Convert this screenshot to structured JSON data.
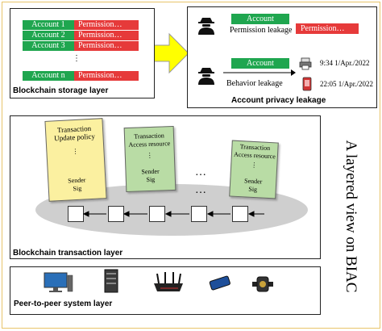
{
  "storage": {
    "accounts": [
      {
        "name": "Account 1",
        "perm": "Permission…"
      },
      {
        "name": "Account 2",
        "perm": "Permission…"
      },
      {
        "name": "Account 3",
        "perm": "Permission…"
      },
      {
        "name": "Account n",
        "perm": "Permission…"
      }
    ],
    "ellipsis": "⋮",
    "label": "Blockchain storage layer"
  },
  "privacy": {
    "perm_account": "Account",
    "perm_badge": "Permission…",
    "perm_label": "Permission leakage",
    "behavior_account": "Account",
    "behavior_label": "Behavior leakage",
    "time1": "9:34 1/Apr./2022",
    "time2": "22:05 1/Apr./2022",
    "label": "Account privacy leakage"
  },
  "transaction": {
    "cards": [
      {
        "l1": "Transaction",
        "l2": "Update policy",
        "s1": "Sender",
        "s2": "Sig",
        "color": "#fbf0a0"
      },
      {
        "l1": "Transaction",
        "l2": "Access resource",
        "s1": "Sender",
        "s2": "Sig",
        "color": "#b9dca5"
      },
      {
        "l1": "Transaction",
        "l2": "Access resource",
        "s1": "Sender",
        "s2": "Sig",
        "color": "#b9dca5"
      }
    ],
    "ellipsis": "…",
    "label": "Blockchain transaction layer"
  },
  "p2p": {
    "label": "Peer-to-peer system layer",
    "devices": [
      "desktop-computer-icon",
      "server-rack-icon",
      "router-icon",
      "phone-icon",
      "smartwatch-icon"
    ]
  },
  "caption": "A layered view on BIAC",
  "colors": {
    "green": "#1fa64f",
    "red": "#e63a3a",
    "arrow": "#ffff00",
    "frame": "#e8c46a"
  }
}
